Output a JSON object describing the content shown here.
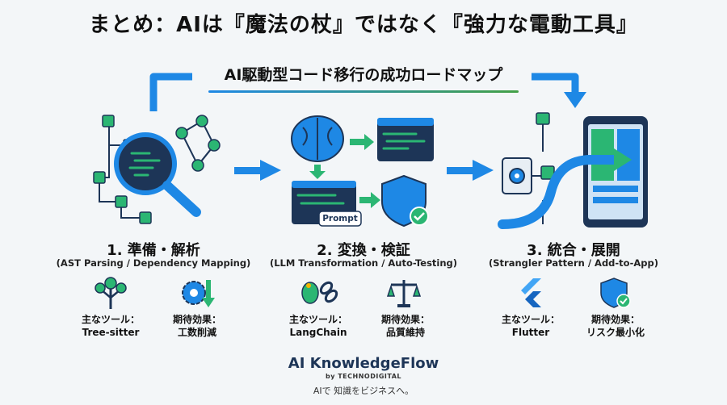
{
  "title": "まとめ：AIは『魔法の杖』ではなく『強力な電動工具』",
  "subtitle": "AI駆動型コード移行の成功ロードマップ",
  "steps": [
    {
      "title": "1. 準備・解析",
      "sub": "(AST Parsing / Dependency Mapping)",
      "tool_label": "主なツール：",
      "tool_value": "Tree-sitter",
      "effect_label": "期待効果：",
      "effect_value": "工数削減"
    },
    {
      "title": "2. 変換・検証",
      "sub": "(LLM Transformation / Auto-Testing)",
      "tool_label": "主なツール：",
      "tool_value": "LangChain",
      "effect_label": "期待効果：",
      "effect_value": "品質維持"
    },
    {
      "title": "3. 統合・展開",
      "sub": "(Strangler Pattern / Add-to-App)",
      "tool_label": "主なツール：",
      "tool_value": "Flutter",
      "effect_label": "期待効果：",
      "effect_value": "リスク最小化"
    }
  ],
  "prompt_label": "Prompt",
  "brand": {
    "name": "AI KnowledgeFlow",
    "by": "by TECHNODIGITAL",
    "tagline": "AIで 知識をビジネスへ。"
  },
  "colors": {
    "blue": "#1e88e5",
    "dark_blue": "#1d3557",
    "green": "#43a047",
    "teal": "#2bb673"
  }
}
